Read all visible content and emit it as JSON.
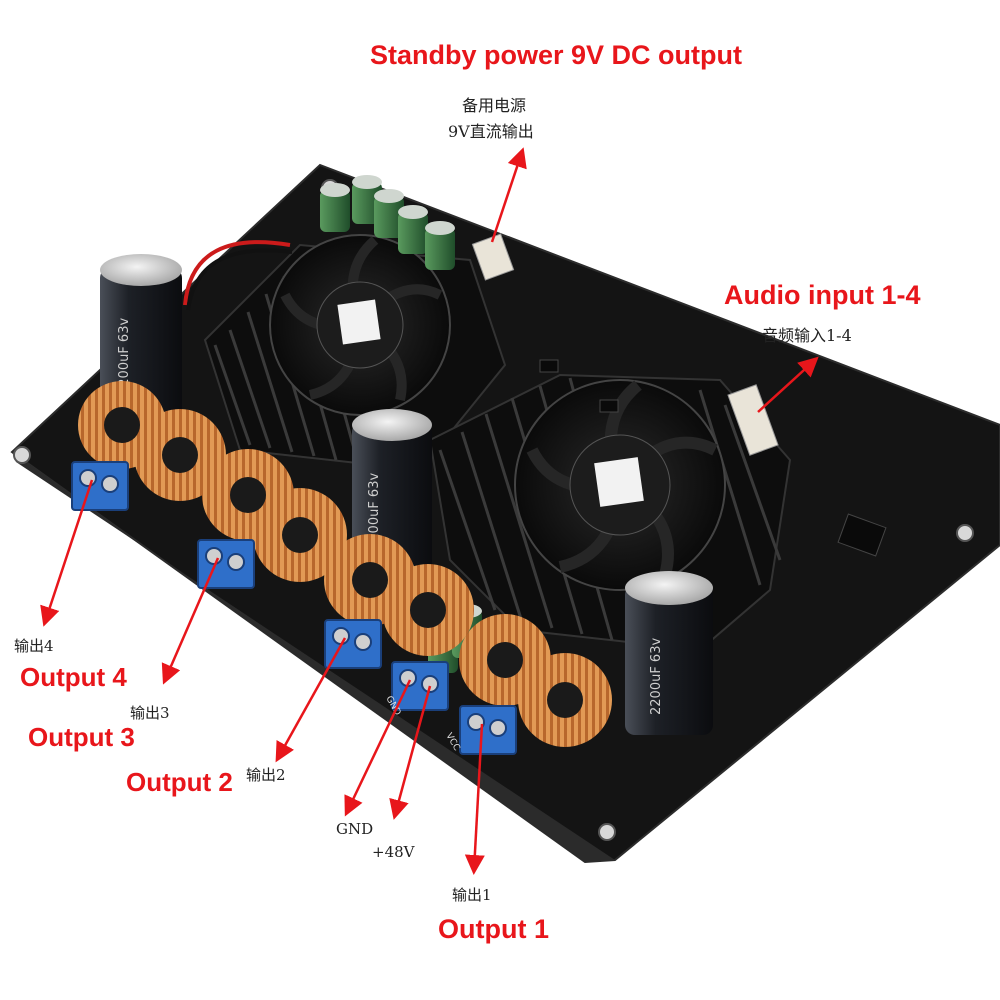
{
  "labels": {
    "standby_en": "Standby power 9V DC output",
    "standby_cn_1": "备用电源",
    "standby_cn_2": "9V直流输出",
    "audio_en": "Audio input 1-4",
    "audio_cn": "音频输入1-4",
    "out4_cn": "输出4",
    "out4_en": "Output 4",
    "out3_cn": "输出3",
    "out3_en": "Output 3",
    "out2_cn": "输出2",
    "out2_en": "Output 2",
    "gnd": "GND",
    "v48": "+48V",
    "out1_cn": "输出1",
    "out1_en": "Output 1"
  },
  "capacitor_print": [
    "2200uF 63v",
    "2200uF 63v",
    "2200uF 63v"
  ],
  "pcb_silkscreen": [
    "GND",
    "VCC"
  ],
  "colors": {
    "annotation": "#e8161b",
    "pcb": "#151515",
    "copper_coil": "#c8783a",
    "terminal_block": "#2f6fc9",
    "capacitor_sleeve": "#262a30"
  }
}
